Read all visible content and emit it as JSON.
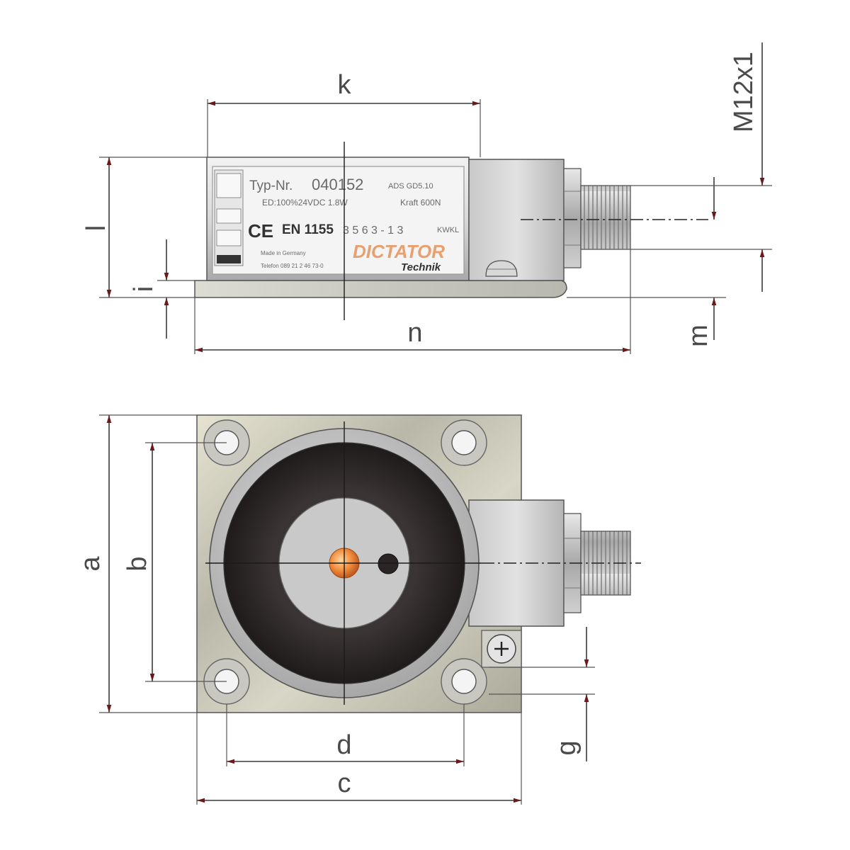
{
  "dimensions": {
    "k": "k",
    "l": "l",
    "i": "i",
    "n": "n",
    "m": "m",
    "thread": "M12x1",
    "a": "a",
    "b": "b",
    "c": "c",
    "d": "d",
    "g": "g"
  },
  "nameplate": {
    "type_label": "Typ-Nr.",
    "type_number": "040152",
    "model": "ADS GD5.10",
    "duty": "ED:100%24VDC 1.8W",
    "force": "Kraft 600N",
    "ce_mark": "CE",
    "standard": "EN 1155",
    "classification": "3 5 6 3 - 1 3",
    "class_suffix": "KWKL",
    "origin": "Made in Germany",
    "phone": "Telefon 089 21 2 46 73-0",
    "brand": "DICTATOR",
    "brand_sub": "Technik"
  },
  "colors": {
    "dimension": "#3a3a3a",
    "housing": "#d8d8d8",
    "plate": "#cfcfc8",
    "magnet": "#2a2626",
    "core": "#c9c9c9",
    "led": "#f08a3a",
    "brand": "#e8a070"
  }
}
